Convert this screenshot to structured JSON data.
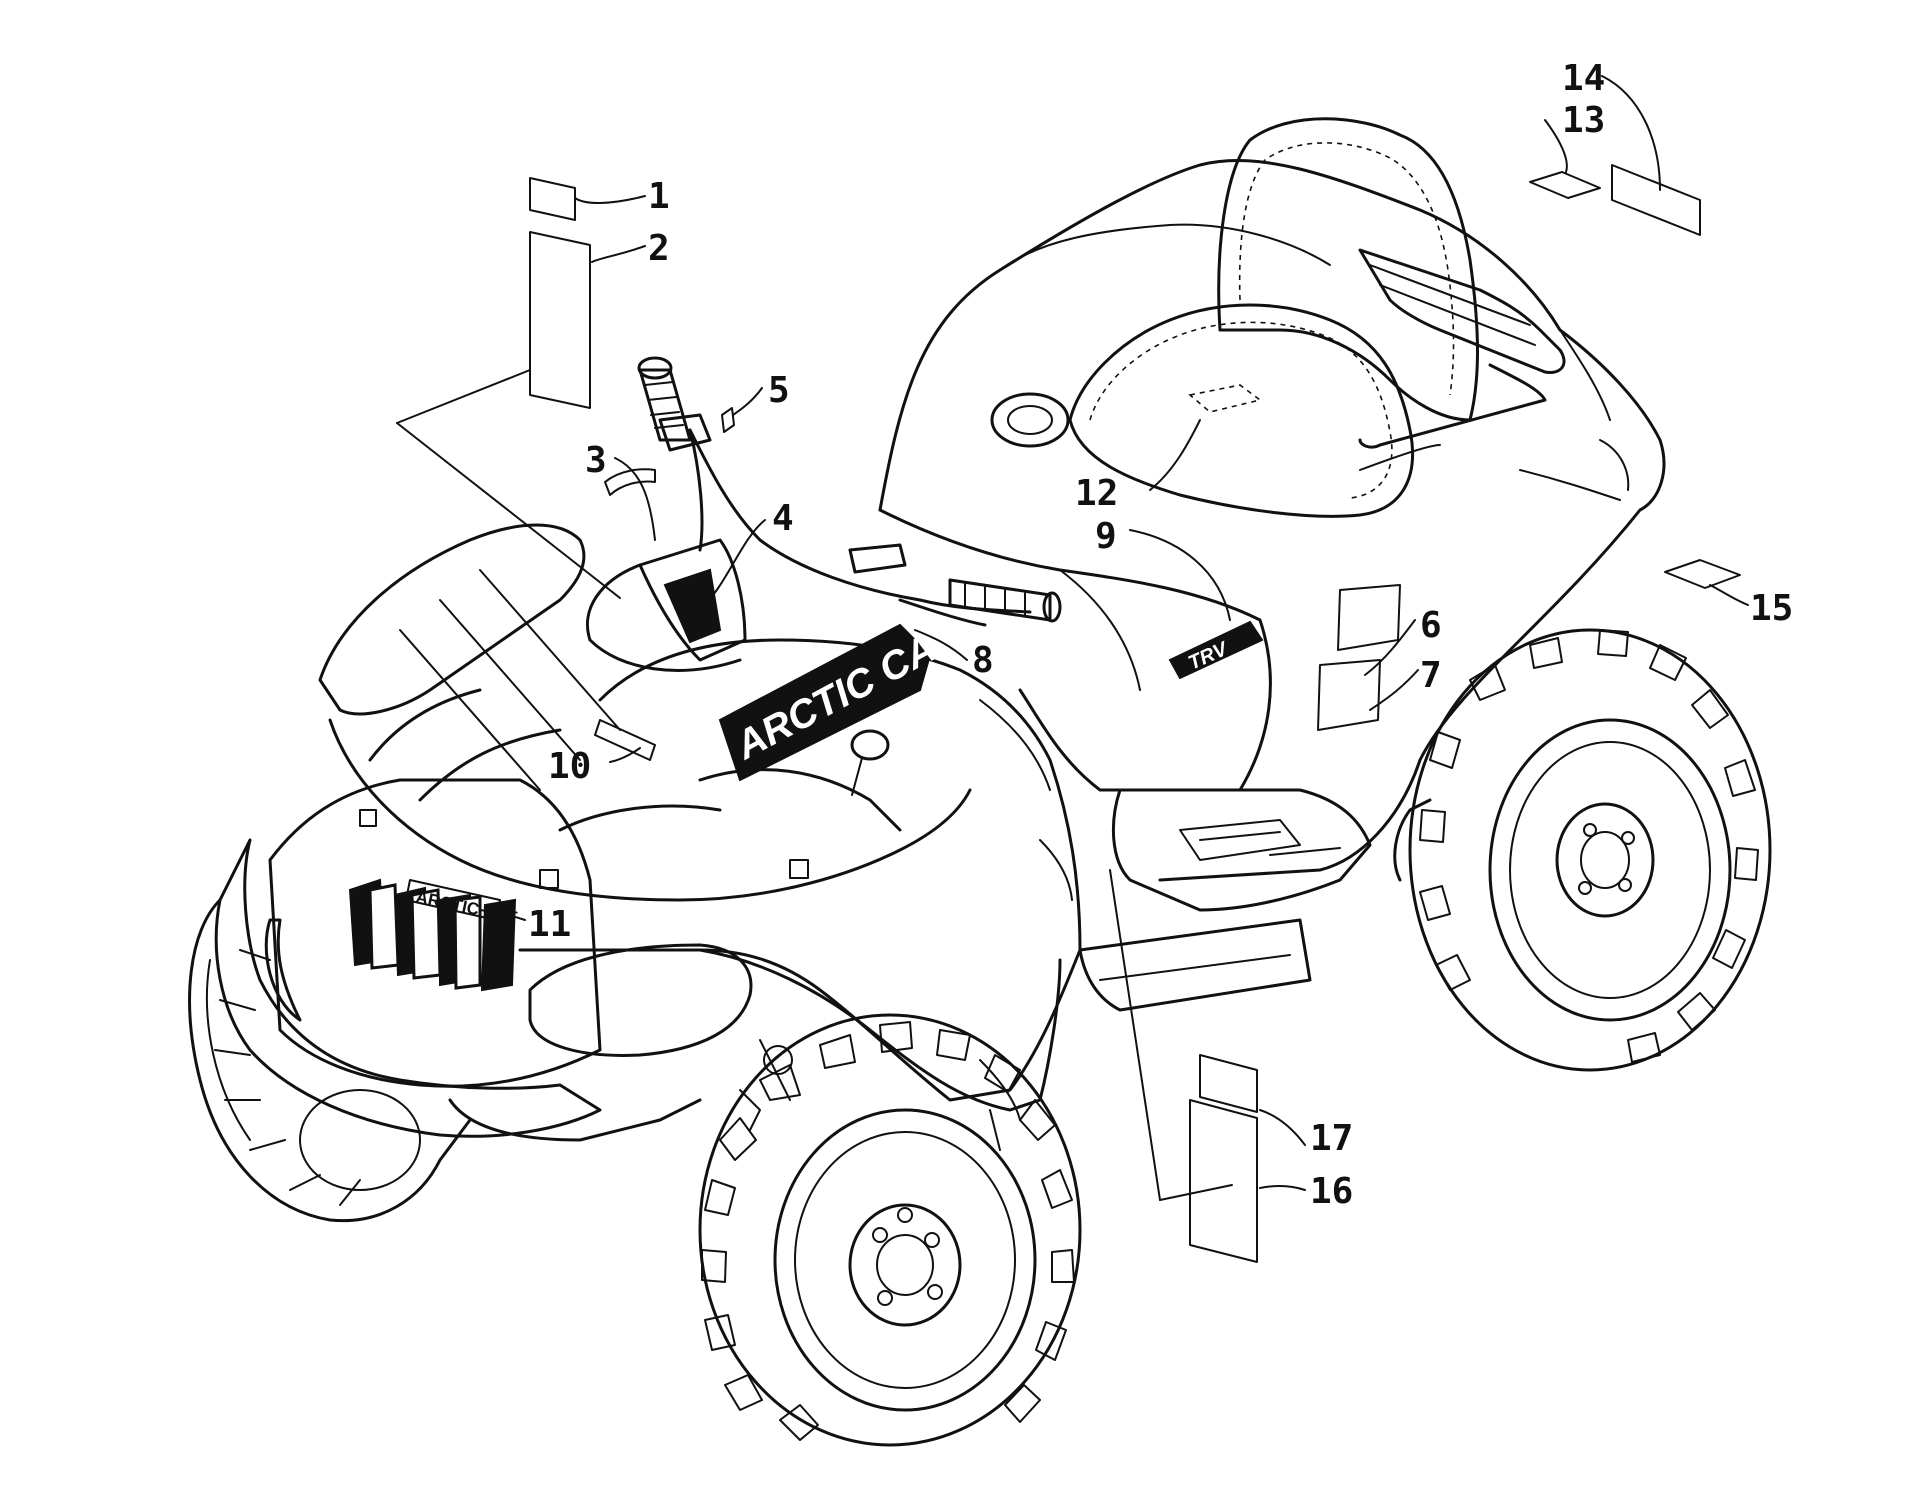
{
  "diagram": {
    "callouts": [
      {
        "id": "1",
        "label": "1"
      },
      {
        "id": "2",
        "label": "2"
      },
      {
        "id": "3",
        "label": "3"
      },
      {
        "id": "4",
        "label": "4"
      },
      {
        "id": "5",
        "label": "5"
      },
      {
        "id": "6",
        "label": "6"
      },
      {
        "id": "7",
        "label": "7"
      },
      {
        "id": "8",
        "label": "8"
      },
      {
        "id": "9",
        "label": "9"
      },
      {
        "id": "10",
        "label": "10"
      },
      {
        "id": "11",
        "label": "11"
      },
      {
        "id": "12",
        "label": "12"
      },
      {
        "id": "13",
        "label": "13"
      },
      {
        "id": "14",
        "label": "14"
      },
      {
        "id": "15",
        "label": "15"
      },
      {
        "id": "16",
        "label": "16"
      },
      {
        "id": "17",
        "label": "17"
      }
    ],
    "decals": {
      "fender_decal_text": "ARCTIC CAT",
      "side_panel_decal_text": "TRV",
      "front_badge_text": "ARCTIC CAT"
    },
    "colors": {
      "ink": "#111111",
      "paper": "#ffffff"
    }
  }
}
